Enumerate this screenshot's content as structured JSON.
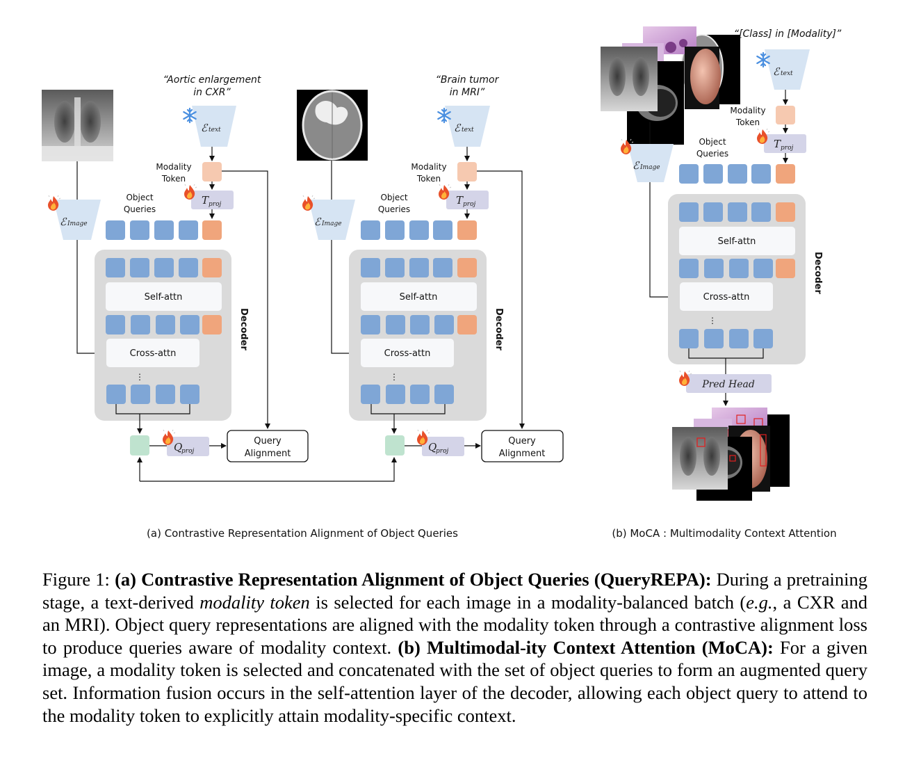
{
  "colors": {
    "encoder_fill": "#d6e4f3",
    "query_token": "#7fa6d6",
    "modality_token_light": "#f6c9b0",
    "modality_token": "#f0a57c",
    "projector_fill": "#d4d4e8",
    "decoder_bg": "#dadada",
    "attn_block": "#f7f8fa",
    "pooled_token": "#bfe3cf",
    "snowflake": "#4a8fe0",
    "fire": "#e8502a"
  },
  "panel_a": {
    "branches": [
      {
        "image": "chest-xray",
        "prompt_line1": "“Aortic enlargement",
        "prompt_line2": "in CXR”"
      },
      {
        "image": "brain-mri",
        "prompt_line1": "“Brain tumor",
        "prompt_line2": "in MRI”"
      }
    ],
    "text_encoder": {
      "symbol": "ℰ",
      "subscript": "text",
      "icon": "snowflake-icon",
      "state": "frozen"
    },
    "image_encoder": {
      "symbol": "ℰ",
      "subscript": "Image",
      "icon": "fire-icon",
      "state": "trainable"
    },
    "modality_token_label_1": "Modality",
    "modality_token_label_2": "Token",
    "object_queries_label_1": "Object",
    "object_queries_label_2": "Queries",
    "t_proj": {
      "symbol": "T",
      "subscript": "proj"
    },
    "q_proj": {
      "symbol": "Q",
      "subscript": "proj"
    },
    "self_attn": "Self-attn",
    "cross_attn": "Cross-attn",
    "ellipsis": "⋮",
    "decoder_label": "Decoder",
    "query_alignment_1": "Query",
    "query_alignment_2": "Alignment",
    "caption": "(a) Contrastive Representation Alignment of Object Queries"
  },
  "panel_b": {
    "prompt": "“[Class] in [Modality]”",
    "input_images": [
      "chest-xray",
      "histopathology",
      "ct-chest",
      "endoscopy",
      "mri"
    ],
    "text_encoder": {
      "symbol": "ℰ",
      "subscript": "text"
    },
    "image_encoder": {
      "symbol": "ℰ",
      "subscript": "Image"
    },
    "modality_token_label_1": "Modality",
    "modality_token_label_2": "Token",
    "object_queries_label_1": "Object",
    "object_queries_label_2": "Queries",
    "t_proj": {
      "symbol": "T",
      "subscript": "proj"
    },
    "self_attn": "Self-attn",
    "cross_attn": "Cross-attn",
    "ellipsis": "⋮",
    "decoder_label": "Decoder",
    "pred_head": "Pred Head",
    "caption": "(b) MoCA : Multimodality Context Attention"
  },
  "figure_caption": {
    "prefix": "Figure 1: ",
    "a_bold": "(a) Contrastive Representation Alignment of Object Queries (QueryREPA):",
    "a_text_1": " During a pretraining stage, a text-derived ",
    "a_italic": "modality token",
    "a_text_2": " is selected for each image in a modality-balanced batch (",
    "eg": "e.g.",
    "a_text_3": ", a CXR and an MRI). Object query representations are aligned with the modality token through a contrastive alignment loss to produce queries aware of modality context. ",
    "b_bold": "(b) Multimodal-ity Context Attention (MoCA):",
    "b_text": " For a given image, a modality token is selected and concatenated with the set of object queries to form an augmented query set.  Information fusion occurs in the self-attention layer of the decoder, allowing each object query to attend to the modality token to explicitly attain modality-specific context."
  }
}
